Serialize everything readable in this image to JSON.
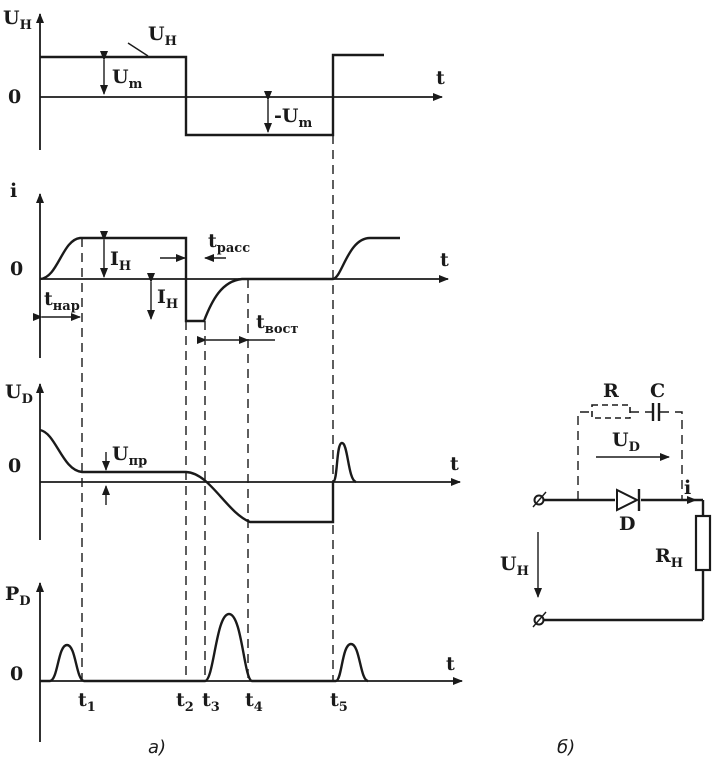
{
  "graph_uh": {
    "axis_y": "U",
    "axis_y_sub": "H",
    "axis_x": "t",
    "zero": "0",
    "wave_label": "U",
    "wave_label_sub": "H",
    "amp_label": "U",
    "amp_sub": "m",
    "neg_amp_label": "-U",
    "neg_amp_sub": "m"
  },
  "graph_i": {
    "axis_y": "i",
    "axis_x": "t",
    "zero": "0",
    "forward_label": "I",
    "forward_sub": "H",
    "reverse_label": "I",
    "reverse_sub": "H",
    "t_nar": "t",
    "t_nar_sub": "нар",
    "t_rass": "t",
    "t_rass_sub": "расс",
    "t_vost": "t",
    "t_vost_sub": "вост"
  },
  "graph_ud": {
    "axis_y": "U",
    "axis_y_sub": "D",
    "axis_x": "t",
    "zero": "0",
    "drop_label": "U",
    "drop_sub": "пр"
  },
  "graph_pd": {
    "axis_y": "P",
    "axis_y_sub": "D",
    "axis_x": "t",
    "zero": "0"
  },
  "time_marks": [
    {
      "t": "t",
      "n": "1"
    },
    {
      "t": "t",
      "n": "2"
    },
    {
      "t": "t",
      "n": "3"
    },
    {
      "t": "t",
      "n": "4"
    },
    {
      "t": "t",
      "n": "5"
    }
  ],
  "circuit": {
    "r_label": "R",
    "c_label": "C",
    "ud_label": "U",
    "ud_sub": "D",
    "diode_label": "D",
    "i_label": "i",
    "uh_label": "U",
    "uh_sub": "H",
    "rh_label": "R",
    "rh_sub": "H"
  },
  "captions": {
    "a": "а)",
    "b": "б)"
  }
}
